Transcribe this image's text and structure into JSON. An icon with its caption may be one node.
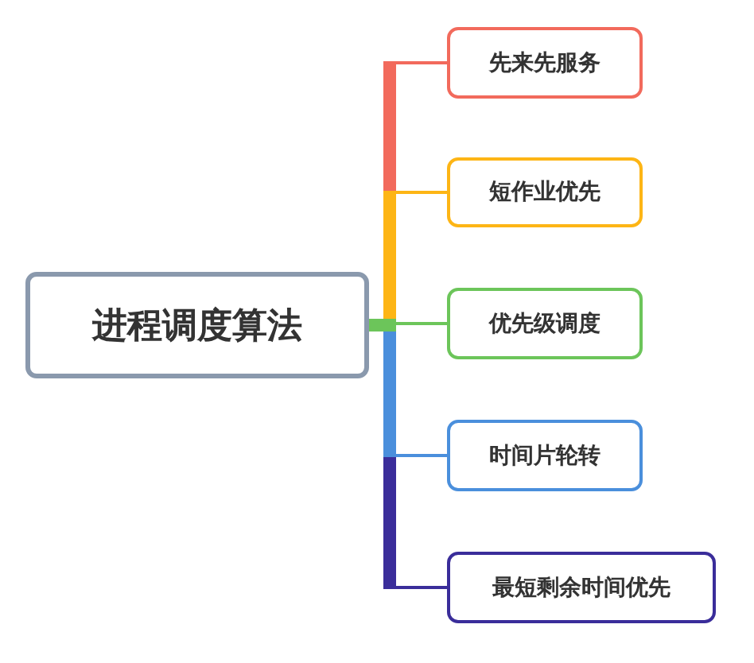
{
  "diagram": {
    "nodes": [
      {
        "text": [
          "进程调度算法"
        ]
      },
      {
        "text": [
          "先来先服务"
        ]
      },
      {
        "text": [
          "短作业优先"
        ]
      },
      {
        "text": [
          "优先级调度"
        ]
      },
      {
        "text": [
          "时间片轮转"
        ]
      },
      {
        "text": [
          "最短剩余时间优先"
        ]
      }
    ],
    "edges": [
      {
        "from": 0,
        "to": 1,
        "arrow": "none",
        "color": "#f26a5c"
      },
      {
        "from": 0,
        "to": 2,
        "arrow": "none",
        "color": "#fdb515"
      },
      {
        "from": 0,
        "to": 3,
        "arrow": "none",
        "color": "#6cc55a"
      },
      {
        "from": 0,
        "to": 4,
        "arrow": "none",
        "color": "#4a8fdc"
      },
      {
        "from": 0,
        "to": 5,
        "arrow": "none",
        "color": "#3a2d9a"
      }
    ]
  }
}
